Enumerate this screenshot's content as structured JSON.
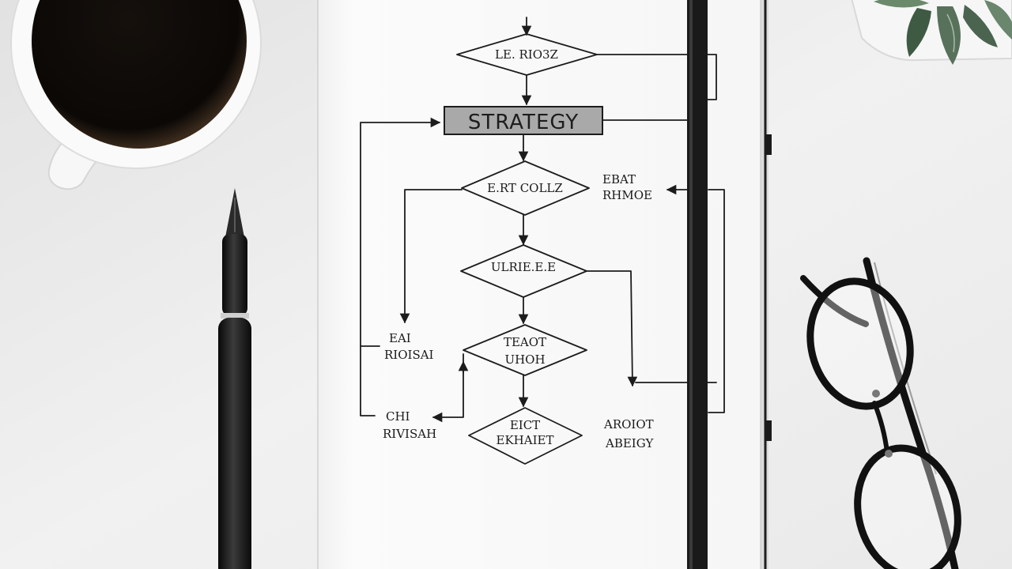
{
  "flowchart": {
    "top_decision": "LE. RIO3Z",
    "strategy_box": "STRATEGY",
    "decision_2": "E.RT COLLZ",
    "decision_3": "ULRIE.E.E",
    "decision_4": [
      "TEAOT",
      "UHOH"
    ],
    "decision_5": [
      "EICT",
      "EKHAIET"
    ],
    "left_note_1": [
      "EAI",
      "RIOISAI"
    ],
    "left_note_2": [
      "CHI",
      "RIVISAH"
    ],
    "right_note_1": [
      "EBAT",
      "RHMOE"
    ],
    "right_note_2": [
      "AROIOT",
      "ABEIGY"
    ]
  },
  "colors": {
    "background": "#ededed",
    "notebook_page": "#fbfbfb",
    "ink": "#1c1c1c",
    "strategy_fill": "#a9a9a9",
    "coffee": "#0e0b08",
    "plant": "#58715b"
  },
  "icons": [
    "coffee-cup-icon",
    "fountain-pen-icon",
    "eyeglasses-icon",
    "succulent-plant-icon"
  ]
}
